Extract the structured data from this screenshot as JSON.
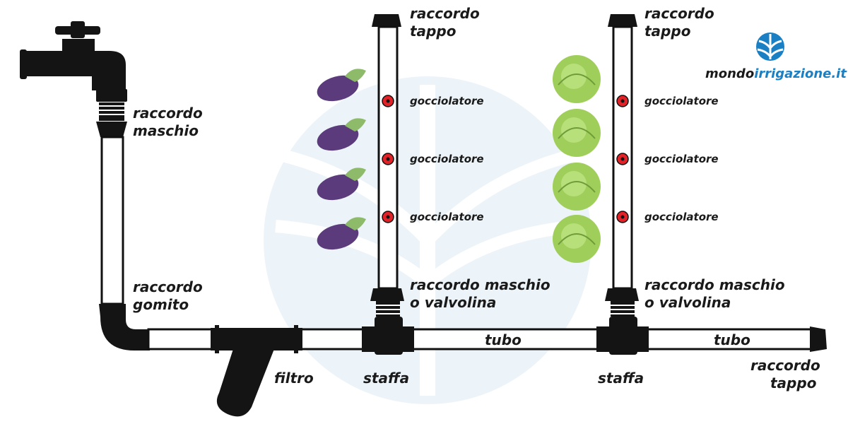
{
  "labels": {
    "raccordo_maschio_1": "raccordo",
    "raccordo_maschio_2": "maschio",
    "raccordo_gomito_1": "raccordo",
    "raccordo_gomito_2": "gomito",
    "filtro": "filtro",
    "staffa": "staffa",
    "tubo": "tubo",
    "gocciolatore": "gocciolatore",
    "raccordo_tappo_1": "raccordo",
    "raccordo_tappo_2": "tappo",
    "valvolina_1": "raccordo maschio",
    "valvolina_2": "o valvolina"
  },
  "brand": {
    "part1": "mondo",
    "part2": "irrigazione.it"
  },
  "colors": {
    "pipe_fill": "#ffffff",
    "pipe_stroke": "#111111",
    "fitting": "#141414",
    "dripper": "#e32227",
    "brand_dark": "#1a1a1a",
    "brand_accent": "#1b7fc4",
    "watermark": "#e8f2f8",
    "eggplant": "#5b3b7c",
    "cabbage": "#9fcf5a"
  },
  "icons": [
    "tap-icon",
    "eggplant-icon",
    "cabbage-icon",
    "dripper-icon",
    "brand-logo-icon"
  ]
}
